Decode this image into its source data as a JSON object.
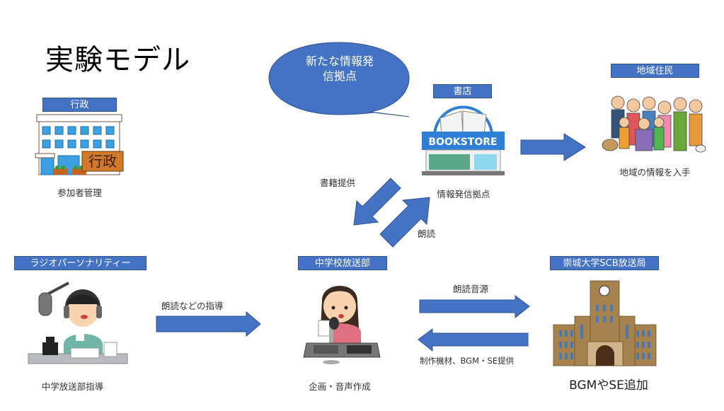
{
  "title": "実験モデル",
  "speech_bubble": {
    "line1": "新たな情報発",
    "line2": "信拠点"
  },
  "nodes": {
    "gyosei": {
      "label": "行政",
      "caption": "参加者管理",
      "sign": "行政"
    },
    "shoten": {
      "label": "書店",
      "caption": "情報発信拠点",
      "sign": "BOOKSTORE"
    },
    "jumin": {
      "label": "地域住民",
      "caption": "地域の情報を入手"
    },
    "radio": {
      "label": "ラジオパーソナリティー",
      "caption": "中学放送部指導"
    },
    "chugaku": {
      "label": "中学校放送部",
      "caption": "企画・音声作成"
    },
    "scb": {
      "label": "崇城大学SCB放送局",
      "caption": "BGMやSE追加"
    }
  },
  "arrows": {
    "shoseki": "書籍提供",
    "roudoku": "朗読",
    "shidou": "朗読などの指導",
    "ongen": "朗読音源",
    "teikyou": "制作機材、BGM・SE提供"
  },
  "colors": {
    "accent": "#4472c4",
    "accent_border": "#2f528f"
  }
}
